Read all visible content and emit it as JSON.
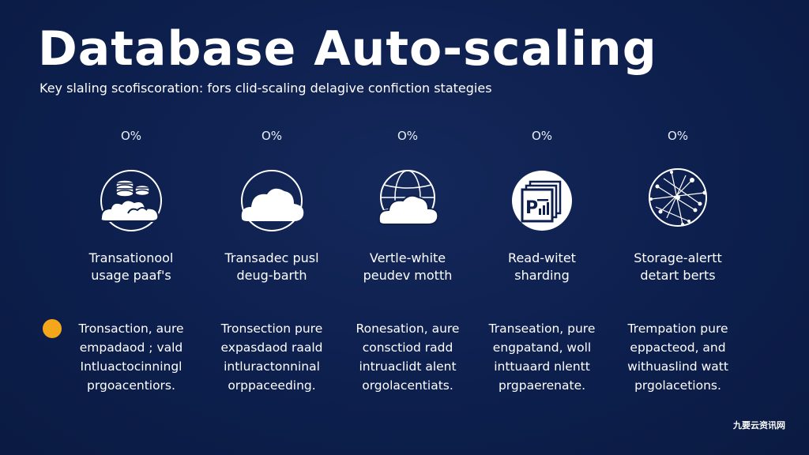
{
  "title": "Database Auto-scaling",
  "subtitle": "Key slaling scofiscoration: fors clid-scaling delagive confiction stategies",
  "colors": {
    "background": "#0d1f4d",
    "accent_dot": "#f5a71b",
    "text": "#ffffff"
  },
  "columns": [
    {
      "percent": "O%",
      "icon": "database-cloud-icon",
      "label": "Transationool\nusage paaf's",
      "description": "Tronsaction, aure\nempadaod ; vald\nIntluactocinningl\nprgoacentiors."
    },
    {
      "percent": "O%",
      "icon": "cloud-icon",
      "label": "Transadec pusl\ndeug-barth",
      "description": "Tronsection pure\nexpasdaod raald\nintluractonninal\norppaceeding."
    },
    {
      "percent": "O%",
      "icon": "globe-cloud-icon",
      "label": "Vertle-white\npeudev motth",
      "description": "Ronesation, aure\nconsctiod radd\nintruaclidt alent\norgolacentiats."
    },
    {
      "percent": "O%",
      "icon": "presentation-slides-icon",
      "label": "Read-witet\nsharding",
      "description": "Transeation, pure\nengpatand, woll\ninttuaard nlentt\nprgpaerenate."
    },
    {
      "percent": "O%",
      "icon": "network-globe-icon",
      "label": "Storage-alertt\ndetart berts",
      "description": "Trempation pure\neppacteod, and\nwithuaslind watt\nprgolacetions."
    }
  ],
  "watermark": "九要云资讯网"
}
